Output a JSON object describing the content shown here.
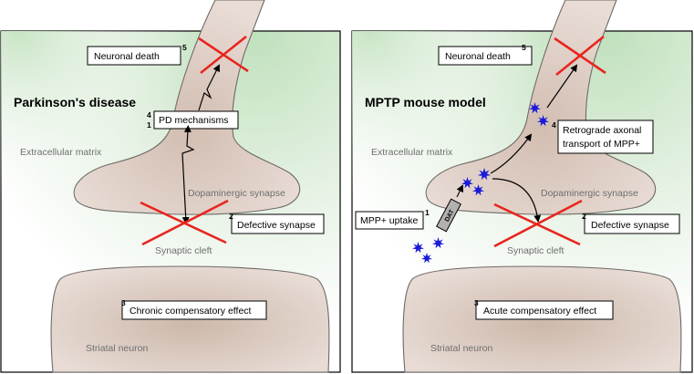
{
  "left_panel": {
    "title": "Parkinson's disease",
    "neuronal_death": "Neuronal death",
    "neuronal_death_num": "5",
    "pd_mechanisms": "PD mechanisms",
    "pd_mechanisms_num_top": "4",
    "pd_mechanisms_num_bottom": "1",
    "extracellular_matrix": "Extracellular matrix",
    "dopaminergic_synapse": "Dopaminergic synapse",
    "defective_synapse": "Defective synapse",
    "defective_synapse_num": "2",
    "synaptic_cleft": "Synaptic cleft",
    "compensatory": "Chronic compensatory effect",
    "compensatory_num": "3",
    "striatal_neuron": "Striatal neuron"
  },
  "right_panel": {
    "title": "MPTP mouse model",
    "neuronal_death": "Neuronal death",
    "neuronal_death_num": "5",
    "retrograde_line1": "Retrograde axonal",
    "retrograde_line2": "transport of MPP+",
    "retrograde_num": "4",
    "extracellular_matrix": "Extracellular matrix",
    "dopaminergic_synapse": "Dopaminergic synapse",
    "mpp_uptake": "MPP+ uptake",
    "mpp_uptake_num": "1",
    "dat": "DAT",
    "defective_synapse": "Defective synapse",
    "defective_synapse_num": "2",
    "synaptic_cleft": "Synaptic cleft",
    "compensatory": "Acute compensatory effect",
    "compensatory_num": "3",
    "striatal_neuron": "Striatal neuron"
  },
  "colors": {
    "background_green": "#cfe7cc",
    "neuron_fill": "#dfd0c8",
    "neuron_stroke": "#6e6a68",
    "cross": "#e8251f",
    "star": "#1a1ad8"
  }
}
